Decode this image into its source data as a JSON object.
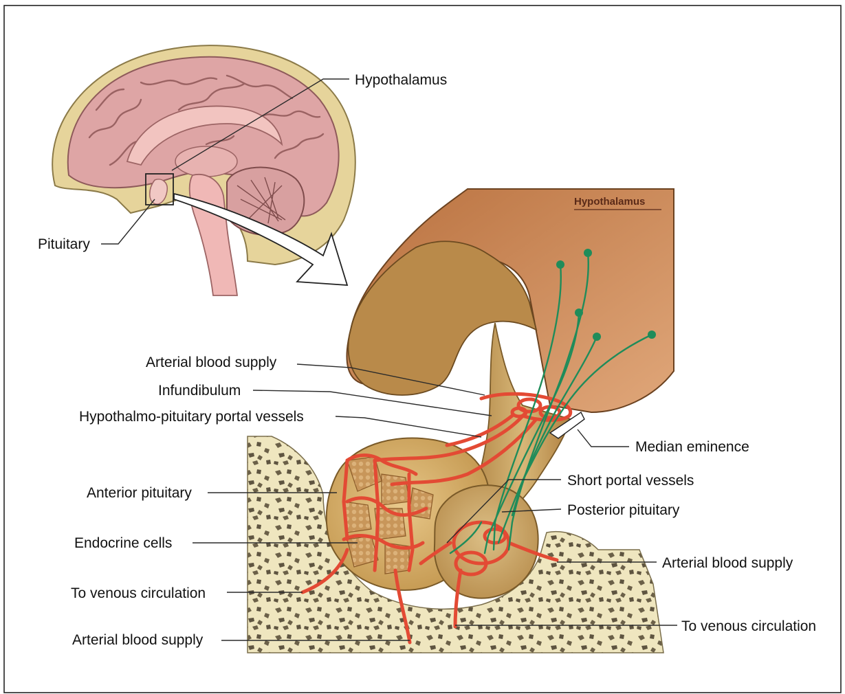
{
  "labels": {
    "hypothalamus": "Hypothalamus",
    "pituitary": "Pituitary",
    "hypothalamus_inset": "Hypothalamus",
    "arterial_blood_supply_top": "Arterial blood supply",
    "infundibulum": "Infundibulum",
    "portal_vessels": "Hypothalmo-pituitary portal vessels",
    "median_eminence": "Median eminence",
    "short_portal_vessels": "Short portal vessels",
    "anterior_pituitary": "Anterior pituitary",
    "posterior_pituitary": "Posterior pituitary",
    "endocrine_cells": "Endocrine cells",
    "arterial_blood_supply_right": "Arterial blood supply",
    "to_venous_circulation_left": "To venous circulation",
    "to_venous_circulation_right": "To venous circulation",
    "arterial_blood_supply_bottom": "Arterial blood supply"
  },
  "colors": {
    "brain": "#d9a3a3",
    "skull": "#e8d7a3",
    "hypothalamus_tissue": "#c98a55",
    "pituitary_tissue": "#d6b476",
    "bone": "#efe6bf",
    "artery": "#e8503a",
    "neuron": "#1f8c5a"
  }
}
